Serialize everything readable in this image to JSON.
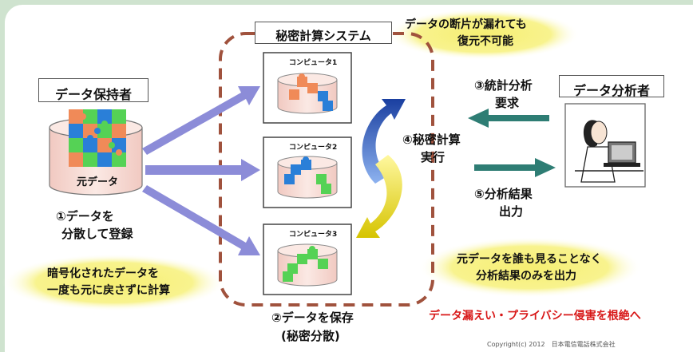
{
  "labels": {
    "system_title": "秘密計算システム",
    "leak_note": [
      "データの断片が漏れても",
      "復元不可能"
    ],
    "holder": "データ保持者",
    "original_data": "元データ",
    "step1": [
      "①データを",
      "分散して登録"
    ],
    "encrypted_note": [
      "暗号化されたデータを",
      "一度も元に戻さずに計算"
    ],
    "computer1": "コンピュータ1",
    "computer2": "コンピュータ2",
    "computer3": "コンピュータ3",
    "step2": [
      "②データを保存",
      "(秘密分散)"
    ],
    "step3": [
      "③統計分析",
      "要求"
    ],
    "step4": [
      "④秘密計算",
      "実行"
    ],
    "step5": [
      "⑤分析結果",
      "出力"
    ],
    "analyst": "データ分析者",
    "output_note": [
      "元データを誰も見ることなく",
      "分析結果のみを出力"
    ],
    "headline": "データ漏えい・プライバシー侵害を根絶へ",
    "copyright": "Copyright(c) 2012　日本電信電話株式会社"
  },
  "colors": {
    "arrow_purple": "#8c8cd8",
    "arrow_teal": "#2e7d74",
    "dash_border": "#a0523d",
    "puzzle_orange": "#f08a58",
    "puzzle_blue": "#2a7fd8",
    "puzzle_green": "#55d255",
    "glow_yellow": "#f6ee72",
    "headline_red": "#d81818"
  },
  "icons": [
    "arrow-icon",
    "puzzle-icon",
    "computer-icon",
    "person-icon",
    "cycle-arrow-icon"
  ]
}
